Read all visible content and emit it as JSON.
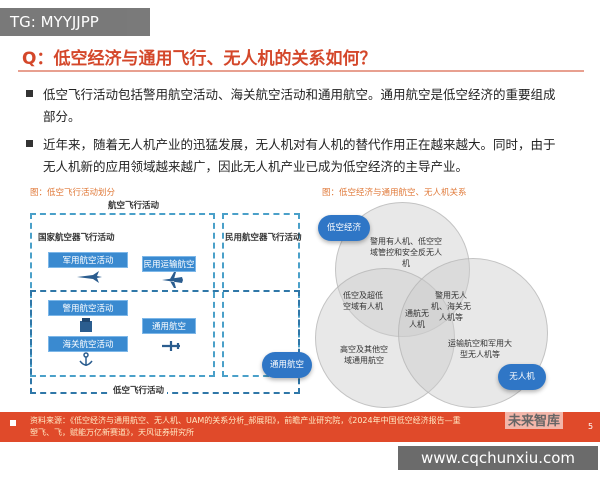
{
  "watermark_tag": "TG: MYYJJPP",
  "title": "Q：低空经济与通用飞行、无人机的关系如何？",
  "bullets": [
    "低空飞行活动包括警用航空活动、海关航空活动和通用航空。通用航空是低空经济的重要组成部分。",
    "近年来，随着无人机产业的迅猛发展，无人机对有人机的替代作用正在越来越大。同时，由于无人机新的应用领域越来越广，因此无人机产业已成为低空经济的主导产业。"
  ],
  "bullet1_line1": "低空飞行活动包括警用航空活动、海关航空活动和通用航空。通用航空是低空经济的重要组成",
  "bullet1_line2": "部分。",
  "bullet2_line1": "近年来，随着无人机产业的迅猛发展，无人机对有人机的替代作用正在越来越大。同时，由于",
  "bullet2_line2": "无人机新的应用领域越来越广，因此无人机产业已成为低空经济的主导产业。",
  "left_figure": {
    "caption": "图：低空飞行活动划分",
    "top_label": "航空飞行活动",
    "state_box_label": "国家航空器飞行活动",
    "civil_box_label": "民用航空器飞行活动",
    "military": "军用航空活动",
    "police": "警用航空活动",
    "customs": "海关航空活动",
    "transport": "民用运输航空",
    "general": "通用航空",
    "low_label": "低空飞行活动"
  },
  "right_figure": {
    "caption": "图：低空经济与通用航空、无人机关系",
    "cloud_low": "低空经济",
    "cloud_general": "通用航空",
    "cloud_uav": "无人机",
    "top_overlap": "警用有人机、低空空域管控和安全反无人机",
    "left_overlap": "低空及超低空域有人机",
    "right_overlap": "警用无人机、海关无人机等",
    "center": "通航无人机",
    "bottom_left": "高空及其他空域通用航空",
    "bottom_right": "运输航空和军用大型无人机等"
  },
  "footer": {
    "source_line1": "资料来源：《低空经济与通用航空、无人机、UAM的关系分析_郝展阳》，前瞻产业研究院，《2024年中国低空经济报告—重",
    "source_line2": "塑飞、飞，赋能万亿新赛道》，天风证券研究所",
    "page": "5",
    "brand": "未来智库"
  },
  "url_tag": "www.cqchunxiu.com"
}
